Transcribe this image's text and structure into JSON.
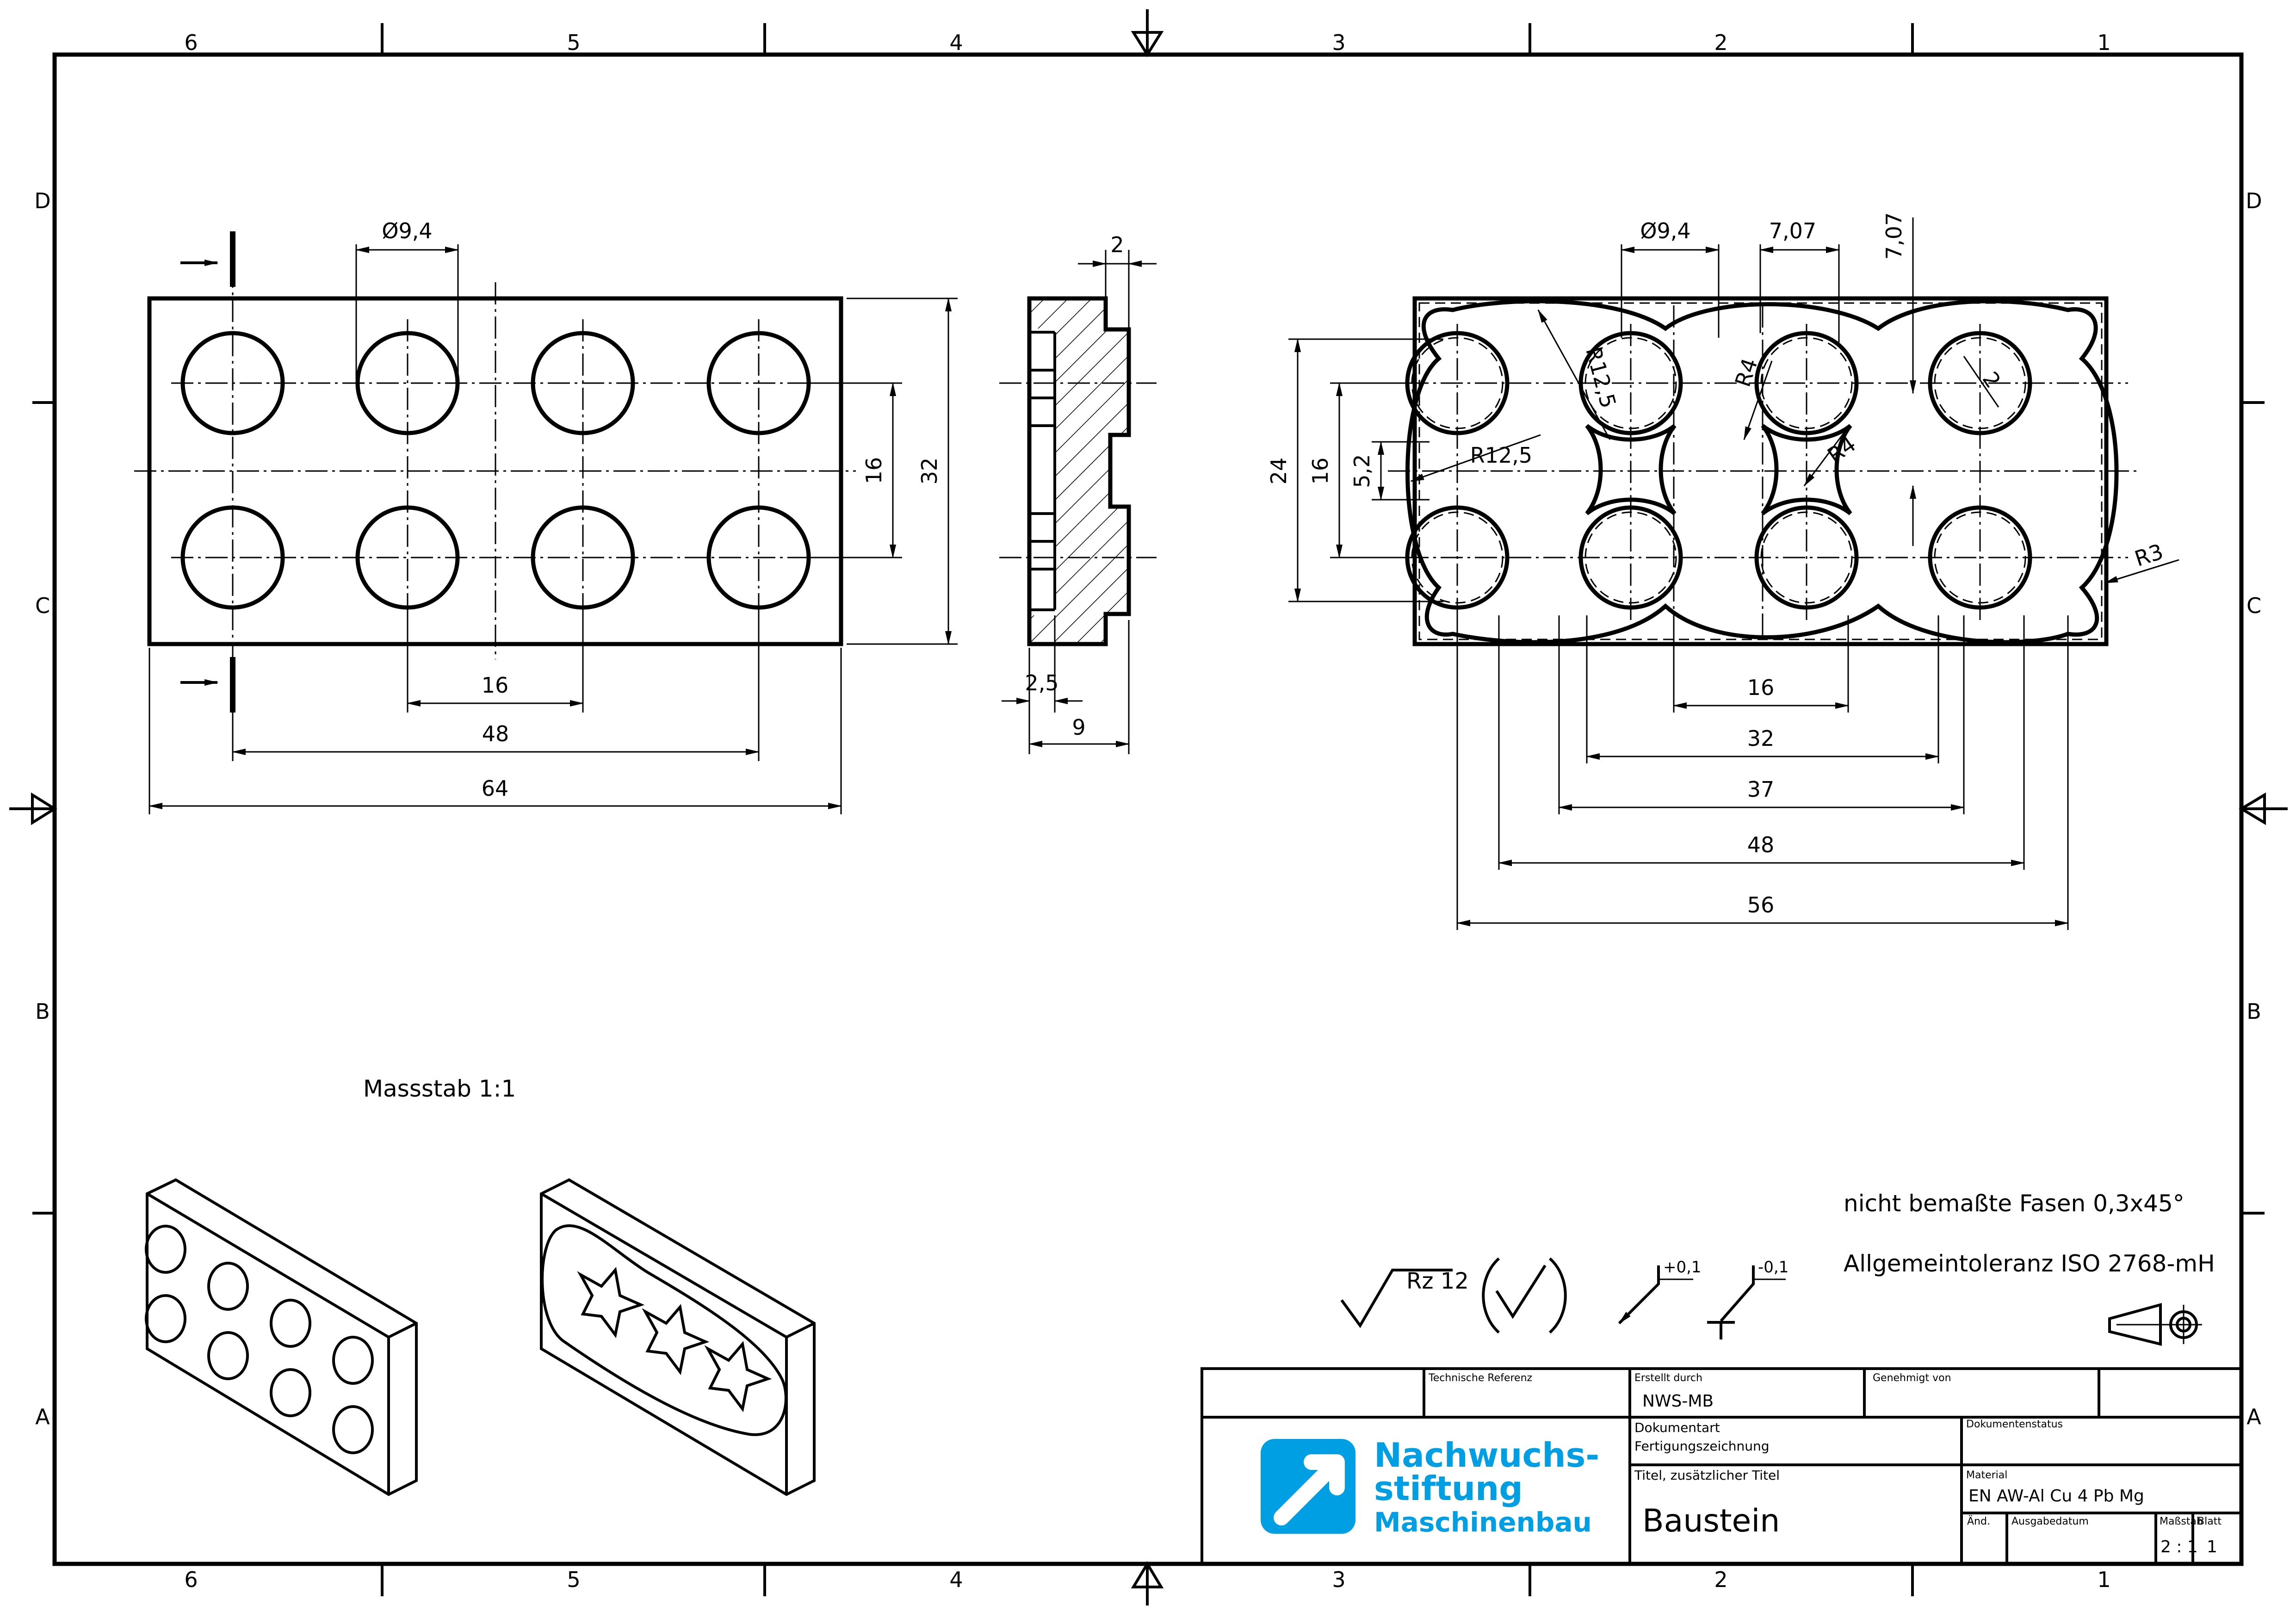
{
  "frame": {
    "zone_numbers": [
      "6",
      "5",
      "4",
      "3",
      "2",
      "1"
    ],
    "zone_letters": [
      "D",
      "C",
      "B",
      "A"
    ]
  },
  "front_view": {
    "dims": {
      "dia": "Ø9,4",
      "d16v": "16",
      "d32": "32",
      "d16h": "16",
      "d48": "48",
      "d64": "64"
    }
  },
  "section_view": {
    "dims": {
      "d2": "2",
      "d25": "2,5",
      "d9": "9"
    }
  },
  "bottom_view": {
    "dims": {
      "dia": "Ø9,4",
      "d707h": "7,07",
      "d707v": "7,07",
      "r125a": "R12,5",
      "r125b": "R12,5",
      "r4a": "R4",
      "r4b": "R4",
      "d2": "2",
      "r3": "R3",
      "d24": "24",
      "d16v": "16",
      "d52": "5,2",
      "d16": "16",
      "d32": "32",
      "d37": "37",
      "d48": "48",
      "d56": "56"
    }
  },
  "notes": {
    "scale": "Massstab 1:1",
    "chamfer": "nicht bemaßte Fasen 0,3x45°",
    "tolerance": "Allgemeintoleranz ISO 2768-mH",
    "roughness": "Rz 12",
    "tol_plus": "+0,1",
    "tol_minus": "-0,1"
  },
  "title_block": {
    "logo_line1": "Nachwuchs-",
    "logo_line2": "stiftung",
    "logo_line3": "Maschinenbau",
    "technische_referenz_label": "Technische Referenz",
    "erstellt_durch_label": "Erstellt durch",
    "erstellt_durch_value": "NWS-MB",
    "genehmigt_von_label": "Genehmigt von",
    "dokumentart_label": "Dokumentart",
    "dokumentart_value": "Fertigungszeichnung",
    "dokumentenstatus_label": "Dokumentenstatus",
    "titel_label": "Titel, zusätzlicher Titel",
    "titel_value": "Baustein",
    "material_label": "Material",
    "material_value": "EN AW-Al Cu 4 Pb Mg",
    "aend_label": "Änd.",
    "ausgabedatum_label": "Ausgabedatum",
    "massstab_label": "Maßstab",
    "massstab_value": "2 : 1",
    "blatt_label": "Blatt",
    "blatt_value": "1"
  },
  "colors": {
    "logo_blue": "#009fe3",
    "line": "#000000"
  }
}
